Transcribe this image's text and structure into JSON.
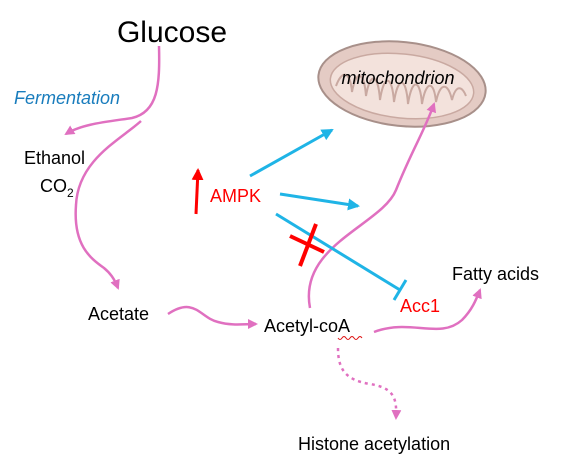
{
  "diagram": {
    "title": "Glucose",
    "fermentation_label": "Fermentation",
    "ethanol_label": "Ethanol",
    "co2_label": "CO",
    "co2_subscript": "2",
    "acetate_label": "Acetate",
    "acetyl_coa_label": "Acetyl-coA",
    "mitochondrion_label": "mitochondrion",
    "ampk_label": "AMPK",
    "acc1_label": "Acc1",
    "fatty_acids_label": "Fatty acids",
    "histone_label": "Histone acetylation"
  },
  "colors": {
    "pink": "#e070c0",
    "blue": "#1fb4e6",
    "red": "#ff0000",
    "label_blue": "#1a7dbd",
    "text": "#000000",
    "mito_fill": "#e4cbc4",
    "mito_stroke": "#a8908a"
  },
  "icons": {
    "mitochondrion": "mitochondrion-icon",
    "up_arrow": "up-arrow-icon",
    "inhibition_cross": "red-x-icon"
  }
}
